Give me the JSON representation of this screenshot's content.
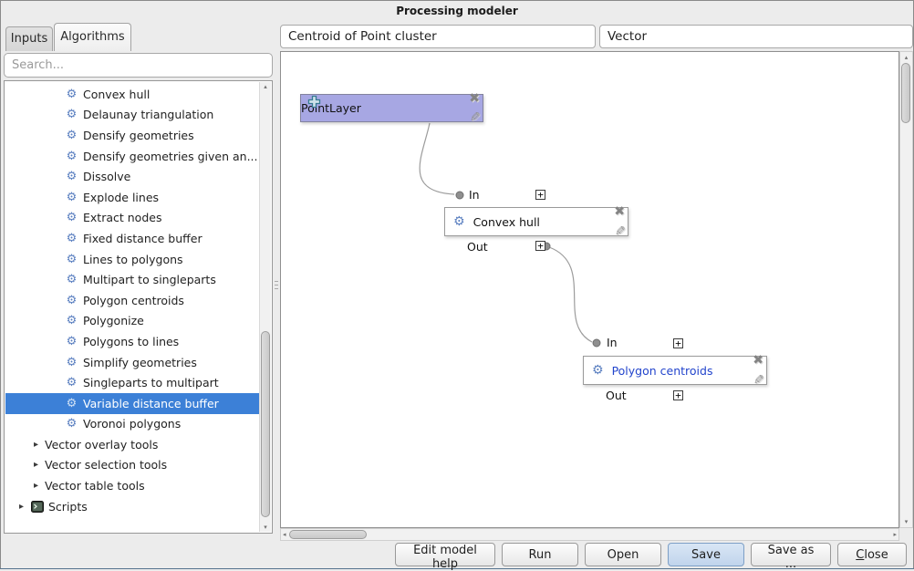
{
  "window": {
    "title": "Processing modeler"
  },
  "header": {
    "model_name": "Centroid of Point cluster",
    "model_group": "Vector"
  },
  "left_panel": {
    "tabs": [
      {
        "label": "Inputs"
      },
      {
        "label": "Algorithms"
      }
    ],
    "search_placeholder": "Search...",
    "items": [
      {
        "label": "Convex hull"
      },
      {
        "label": "Delaunay triangulation"
      },
      {
        "label": "Densify geometries"
      },
      {
        "label": "Densify geometries given an..."
      },
      {
        "label": "Dissolve"
      },
      {
        "label": "Explode lines"
      },
      {
        "label": "Extract nodes"
      },
      {
        "label": "Fixed distance buffer"
      },
      {
        "label": "Lines to polygons"
      },
      {
        "label": "Multipart to singleparts"
      },
      {
        "label": "Polygon centroids"
      },
      {
        "label": "Polygonize"
      },
      {
        "label": "Polygons to lines"
      },
      {
        "label": "Simplify geometries"
      },
      {
        "label": "Singleparts to multipart"
      },
      {
        "label": "Variable distance buffer",
        "selected": true
      },
      {
        "label": "Voronoi polygons"
      },
      {
        "label": "Vector overlay tools",
        "type": "group"
      },
      {
        "label": "Vector selection tools",
        "type": "group"
      },
      {
        "label": "Vector table tools",
        "type": "group"
      },
      {
        "label": "Scripts",
        "type": "scripts"
      }
    ]
  },
  "canvas": {
    "nodes": {
      "point_layer": {
        "label": "PointLayer",
        "type": "input"
      },
      "convex_hull": {
        "label": "Convex hull",
        "in": "In",
        "out": "Out",
        "type": "algorithm"
      },
      "polygon_centroids": {
        "label": "Polygon centroids",
        "in": "In",
        "out": "Out",
        "type": "algorithm"
      }
    }
  },
  "footer": {
    "buttons": [
      {
        "label": "Edit model help"
      },
      {
        "label": "Run"
      },
      {
        "label": "Open"
      },
      {
        "label": "Save",
        "default": true
      },
      {
        "label": "Save as ..."
      },
      {
        "label": "Close",
        "mnemonic": "C",
        "rest": "lose"
      }
    ]
  },
  "icons": {
    "gear": "⚙",
    "delete": "✖",
    "edit": "✎",
    "expander": "▸",
    "plus": "+",
    "up_arrow": "▴",
    "down_arrow": "▾",
    "left_arrow": "◂",
    "right_arrow": "▸"
  },
  "colors": {
    "selection_blue": "#3c80d7",
    "input_node_fill": "#a7a7e3",
    "save_button_fill": "#c0d4ec",
    "algorithm_link_blue": "#2244cc",
    "canvas_bg": "#ffffff",
    "window_bg": "#ececec"
  }
}
